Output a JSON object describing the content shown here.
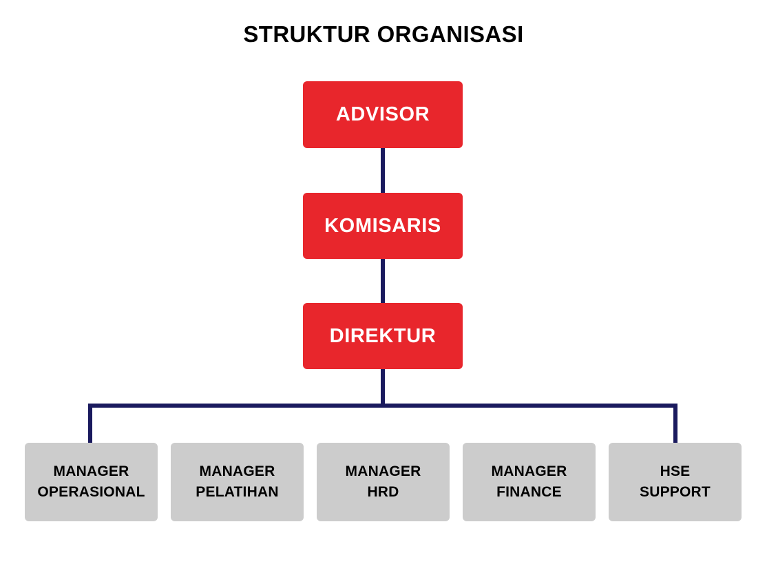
{
  "page": {
    "title": "STRUKTUR ORGANISASI",
    "background_color": "#ffffff"
  },
  "colors": {
    "executive_box": "#e8262c",
    "executive_text": "#ffffff",
    "unit_box": "#cccccc",
    "unit_text": "#000000",
    "connector": "#1a1a5e",
    "title_text": "#000000"
  },
  "chart_data": {
    "type": "diagram",
    "title": "STRUKTUR ORGANISASI",
    "diagram_kind": "organization-chart",
    "levels": [
      {
        "level": 1,
        "style": "executive",
        "nodes": [
          {
            "id": "advisor",
            "label": "ADVISOR"
          }
        ]
      },
      {
        "level": 2,
        "style": "executive",
        "nodes": [
          {
            "id": "komisaris",
            "label": "KOMISARIS"
          }
        ]
      },
      {
        "level": 3,
        "style": "executive",
        "nodes": [
          {
            "id": "direktur",
            "label": "DIREKTUR"
          }
        ]
      },
      {
        "level": 4,
        "style": "unit",
        "nodes": [
          {
            "id": "manager-operasional",
            "line1": "MANAGER",
            "line2": "OPERASIONAL"
          },
          {
            "id": "manager-pelatihan",
            "line1": "MANAGER",
            "line2": "PELATIHAN"
          },
          {
            "id": "manager-hrd",
            "line1": "MANAGER",
            "line2": "HRD"
          },
          {
            "id": "manager-finance",
            "line1": "MANAGER",
            "line2": "FINANCE"
          },
          {
            "id": "hse-support",
            "line1": "HSE",
            "line2": "SUPPORT"
          }
        ]
      }
    ],
    "edges": [
      {
        "from": "advisor",
        "to": "komisaris"
      },
      {
        "from": "komisaris",
        "to": "direktur"
      },
      {
        "from": "direktur",
        "to": "manager-operasional"
      },
      {
        "from": "direktur",
        "to": "manager-pelatihan"
      },
      {
        "from": "direktur",
        "to": "manager-hrd"
      },
      {
        "from": "direktur",
        "to": "manager-finance"
      },
      {
        "from": "direktur",
        "to": "hse-support"
      }
    ]
  },
  "nodes": {
    "advisor": {
      "label": "ADVISOR"
    },
    "komisaris": {
      "label": "KOMISARIS"
    },
    "direktur": {
      "label": "DIREKTUR"
    },
    "manager_operasional": {
      "line1": "MANAGER",
      "line2": "OPERASIONAL"
    },
    "manager_pelatihan": {
      "line1": "MANAGER",
      "line2": "PELATIHAN"
    },
    "manager_hrd": {
      "line1": "MANAGER",
      "line2": "HRD"
    },
    "manager_finance": {
      "line1": "MANAGER",
      "line2": "FINANCE"
    },
    "hse_support": {
      "line1": "HSE",
      "line2": "SUPPORT"
    }
  }
}
